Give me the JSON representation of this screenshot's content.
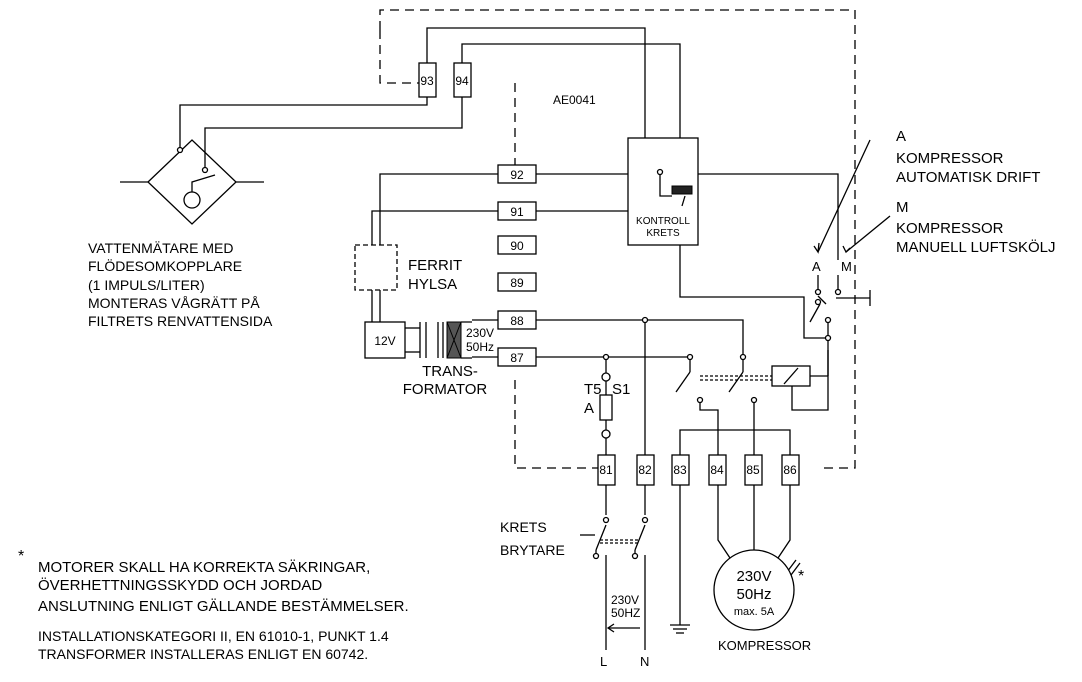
{
  "diagram_id": "AE0041",
  "terminals": [
    "93",
    "94",
    "92",
    "91",
    "90",
    "89",
    "88",
    "87",
    "81",
    "82",
    "83",
    "84",
    "85",
    "86"
  ],
  "switch_labels": {
    "a_letter": "A",
    "a_line1": "KOMPRESSOR",
    "a_line2": "AUTOMATISK DRIFT",
    "m_letter": "M",
    "m_line1": "KOMPRESSOR",
    "m_line2": "MANUELL LUFTSKÖLJ",
    "a_contact": "A",
    "m_contact": "M"
  },
  "control_circuit": {
    "line1": "KONTROLL",
    "line2": "KRETS"
  },
  "water_meter": {
    "lines": [
      "VATTENMÄTARE MED",
      "FLÖDESOMKOPPLARE",
      "(1 IMPULS/LITER)",
      "MONTERAS VÅGRÄTT PÅ",
      "FILTRETS RENVATTENSIDA"
    ]
  },
  "ferrite": {
    "line1": "FERRIT",
    "line2": "HYLSA"
  },
  "transformer": {
    "secondary": "12V",
    "primary_line1": "230V",
    "primary_line2": "50Hz",
    "label_line1": "TRANS-",
    "label_line2": "FORMATOR"
  },
  "fuse": {
    "t5": "T5",
    "a": "A",
    "s1": "S1"
  },
  "breaker": {
    "line1": "KRETS",
    "line2": "BRYTARE"
  },
  "mains": {
    "voltage": "230V",
    "freq": "50HZ",
    "l": "L",
    "n": "N"
  },
  "motor": {
    "voltage": "230V",
    "freq": "50Hz",
    "max": "max. 5A",
    "star": "*",
    "label": "KOMPRESSOR"
  },
  "notes": {
    "star": "*",
    "line1": "MOTORER SKALL HA KORREKTA SÄKRINGAR,",
    "line2": "ÖVERHETTNINGSSKYDD OCH JORDAD",
    "line3": "ANSLUTNING ENLIGT GÄLLANDE BESTÄMMELSER.",
    "line4": "INSTALLATIONSKATEGORI II, EN 61010-1, PUNKT 1.4",
    "line5": "TRANSFORMER INSTALLERAS ENLIGT EN 60742."
  }
}
